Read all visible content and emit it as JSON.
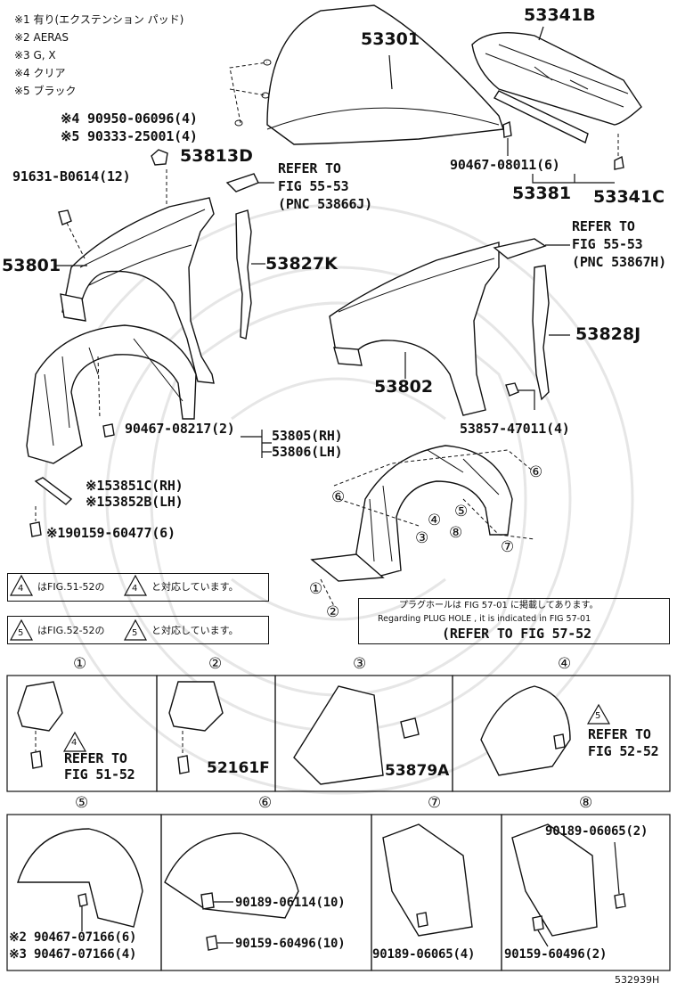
{
  "notes": [
    "※1 有り(エクステンション パッド)",
    "※2 AERAS",
    "※3 G, X",
    "※4 クリア",
    "※5 ブラック"
  ],
  "labels": {
    "p53301": "53301",
    "p53341B": "53341B",
    "n4_90950": "※4 90950-06096(4)",
    "n5_90333": "※5 90333-25001(4)",
    "p53813D": "53813D",
    "p91631": "91631-B0614(12)",
    "refer1_a": "REFER TO",
    "refer1_b": "FIG 55-53",
    "refer1_c": "(PNC 53866J)",
    "p90467_08011": "90467-08011(6)",
    "p53381": "53381",
    "p53341C": "53341C",
    "p53801": "53801",
    "p53827K": "53827K",
    "refer2_a": "REFER TO",
    "refer2_b": "FIG 55-53",
    "refer2_c": "(PNC 53867H)",
    "p53828J": "53828J",
    "p53802": "53802",
    "p90467_08217": "90467-08217(2)",
    "p53857": "53857-47011(4)",
    "p53805": "53805(RH)",
    "p53806": "53806(LH)",
    "p53851C": "※153851C(RH)",
    "p53852B": "※153852B(LH)",
    "p90159_60477": "※190159-60477(6)",
    "ref4_text": "はFIG.51-52の",
    "ref4_tail": "と対応しています。",
    "ref5_text": "はFIG.52-52の",
    "ref5_tail": "と対応しています。",
    "plug_jp": "プラグホールは FIG 57-01 に掲載してあります。",
    "plug_en": "Regarding  PLUG  HOLE , it is indicated in FIG  57-01",
    "plug_ref": "(REFER TO FIG 57-52",
    "d1_a": "REFER TO",
    "d1_b": "FIG 51-52",
    "d2_part": "52161F",
    "d3_part": "53879A",
    "d4_a": "REFER TO",
    "d4_b": "FIG 52-52",
    "d5_a": "※2 90467-07166(6)",
    "d5_b": "※3 90467-07166(4)",
    "d6_a": "90189-06114(10)",
    "d6_b": "90159-60496(10)",
    "d7_a": "90189-06065(4)",
    "d8_a": "90189-06065(2)",
    "d8_b": "90159-60496(2)",
    "fig_code": "532939H"
  },
  "callouts": [
    "①",
    "②",
    "③",
    "④",
    "⑤",
    "⑥",
    "⑦",
    "⑧"
  ],
  "triangles": {
    "four": "4",
    "five": "5"
  }
}
